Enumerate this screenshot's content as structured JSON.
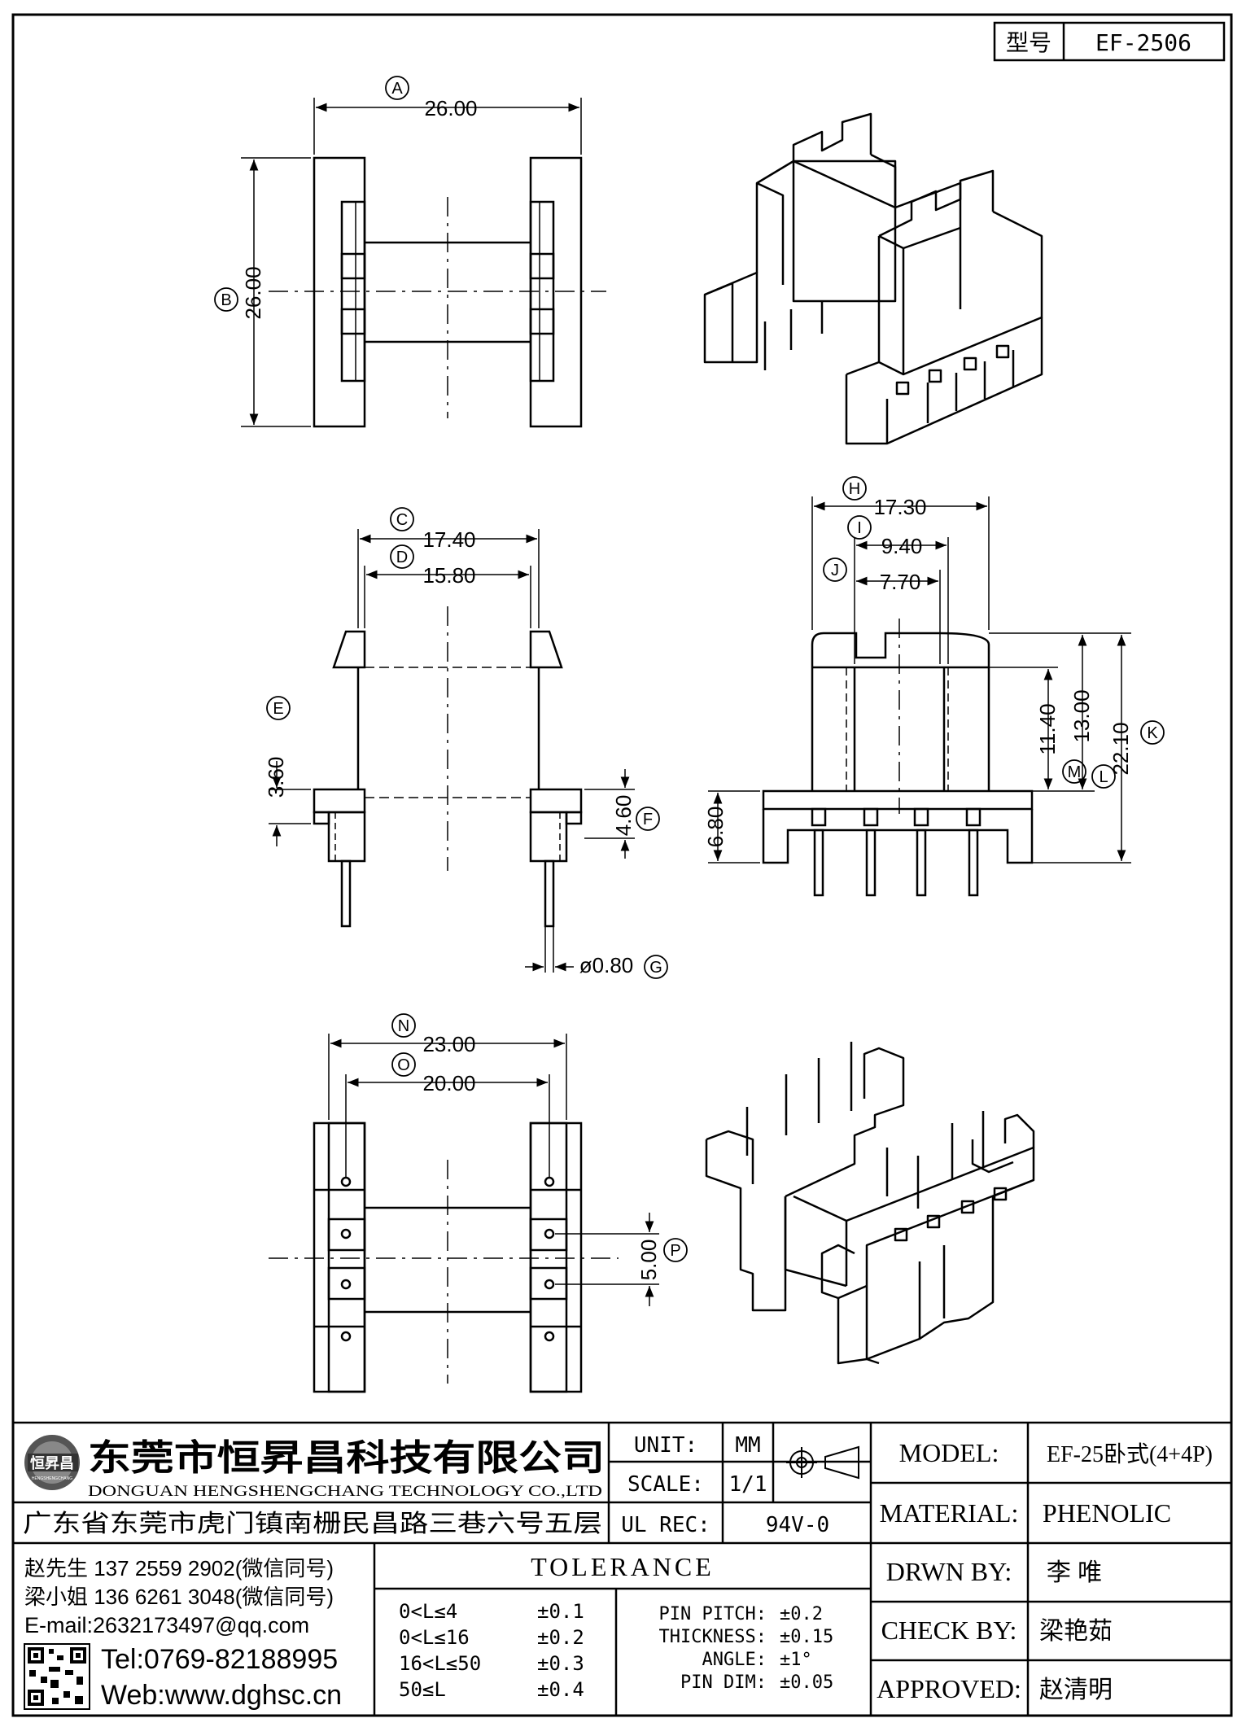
{
  "title_box": {
    "label": "型号",
    "value": "EF-2506"
  },
  "dimensions": {
    "A": {
      "letter": "A",
      "value": "26.00"
    },
    "B": {
      "letter": "B",
      "value": "26.00"
    },
    "C": {
      "letter": "C",
      "value": "17.40"
    },
    "D": {
      "letter": "D",
      "value": "15.80"
    },
    "E": {
      "letter": "E",
      "value": "3.60"
    },
    "F": {
      "letter": "F",
      "value": "4.60"
    },
    "G": {
      "letter": "G",
      "value": "ø0.80"
    },
    "H": {
      "letter": "H",
      "value": "17.30"
    },
    "I": {
      "letter": "I",
      "value": "9.40"
    },
    "J": {
      "letter": "J",
      "value": "7.70"
    },
    "K": {
      "letter": "K",
      "value": "22.10"
    },
    "L": {
      "letter": "L",
      "value": "13.00"
    },
    "M": {
      "letter": "M",
      "value": "11.40"
    },
    "h680": {
      "value": "6.80"
    },
    "N": {
      "letter": "N",
      "value": "23.00"
    },
    "O": {
      "letter": "O",
      "value": "20.00"
    },
    "P": {
      "letter": "P",
      "value": "5.00"
    }
  },
  "company": {
    "logo_text": "恒昇昌",
    "logo_sub": "HENGSHENGCHANG",
    "name_cn": "东莞市恒昇昌科技有限公司",
    "name_en": "DONGUAN HENGSHENGCHANG TECHNOLOGY CO.,LTD",
    "address": "广东省东莞市虎门镇南栅民昌路三巷六号五层"
  },
  "contacts": {
    "line1": "赵先生 137 2559 2902(微信同号)",
    "line2": "梁小姐 136 6261 3048(微信同号)",
    "email": "E-mail:2632173497@qq.com",
    "tel": "Tel:0769-82188995",
    "web": "Web:www.dghsc.cn"
  },
  "spec": {
    "unit_label": "UNIT:",
    "unit_value": "MM",
    "scale_label": "SCALE:",
    "scale_value": "1/1",
    "ulrec_label": "UL REC:",
    "ulrec_value": "94V-0",
    "model_label": "MODEL:",
    "model_value": "EF-25卧式(4+4P)",
    "material_label": "MATERIAL:",
    "material_value": "PHENOLIC",
    "drwn_label": "DRWN BY:",
    "drwn_value": "李  唯",
    "check_label": "CHECK BY:",
    "check_value": "梁艳茹",
    "approved_label": "APPROVED:",
    "approved_value": "赵清明"
  },
  "tolerance": {
    "title": "TOLERANCE",
    "ranges": [
      {
        "range": "0<L≤4",
        "tol": "±0.1"
      },
      {
        "range": "0<L≤16",
        "tol": "±0.2"
      },
      {
        "range": "16<L≤50",
        "tol": "±0.3"
      },
      {
        "range": "50≤L",
        "tol": "±0.4"
      }
    ],
    "others": [
      {
        "label": "PIN PITCH:",
        "tol": "±0.2"
      },
      {
        "label": "THICKNESS:",
        "tol": "±0.15"
      },
      {
        "label": "ANGLE:",
        "tol": "±1°"
      },
      {
        "label": "PIN DIM:",
        "tol": "±0.05"
      }
    ]
  }
}
